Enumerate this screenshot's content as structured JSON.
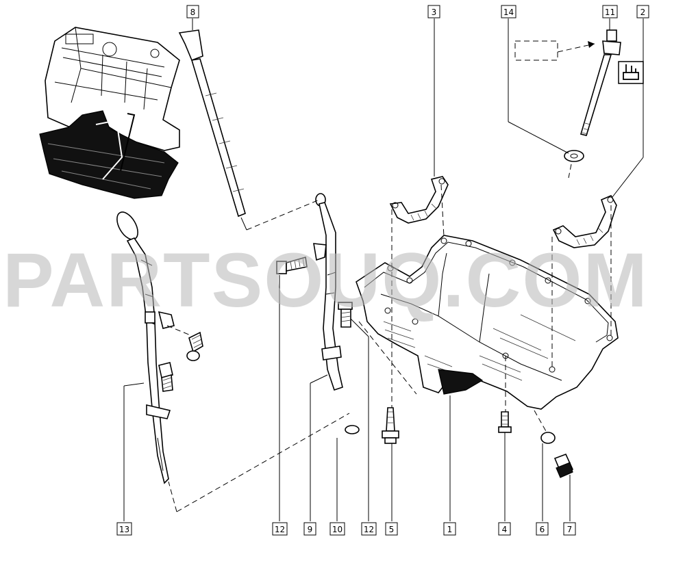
{
  "watermark": "PARTSOUQ.COM",
  "callouts": [
    {
      "id": "c8",
      "label": "8"
    },
    {
      "id": "c3",
      "label": "3"
    },
    {
      "id": "c14",
      "label": "14"
    },
    {
      "id": "c11",
      "label": "11"
    },
    {
      "id": "c2",
      "label": "2"
    },
    {
      "id": "c13",
      "label": "13"
    },
    {
      "id": "c12a",
      "label": "12"
    },
    {
      "id": "c9",
      "label": "9"
    },
    {
      "id": "c10",
      "label": "10"
    },
    {
      "id": "c12b",
      "label": "12"
    },
    {
      "id": "c5",
      "label": "5"
    },
    {
      "id": "c1",
      "label": "1"
    },
    {
      "id": "c4",
      "label": "4"
    },
    {
      "id": "c6",
      "label": "6"
    },
    {
      "id": "c7",
      "label": "7"
    }
  ],
  "icons": {
    "oil_sensor": "oil-can-sensor-icon"
  }
}
